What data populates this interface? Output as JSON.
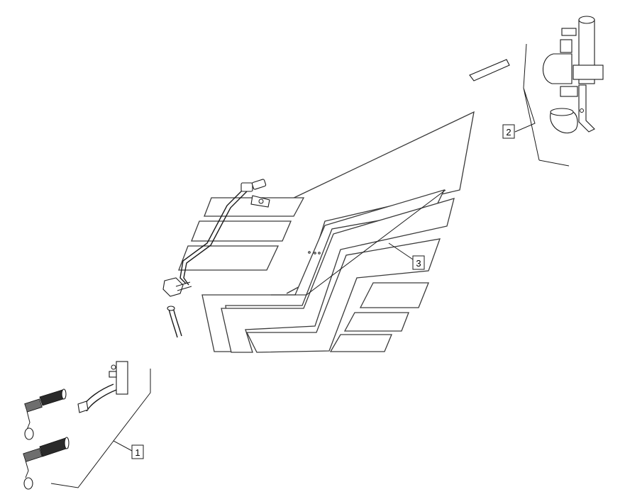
{
  "callouts": [
    {
      "id": "1",
      "label": "1"
    },
    {
      "id": "2",
      "label": "2"
    },
    {
      "id": "3",
      "label": "3"
    }
  ],
  "colors": {
    "line": "#1a1a1a",
    "background": "#ffffff",
    "grip": "#2a2a2a"
  }
}
